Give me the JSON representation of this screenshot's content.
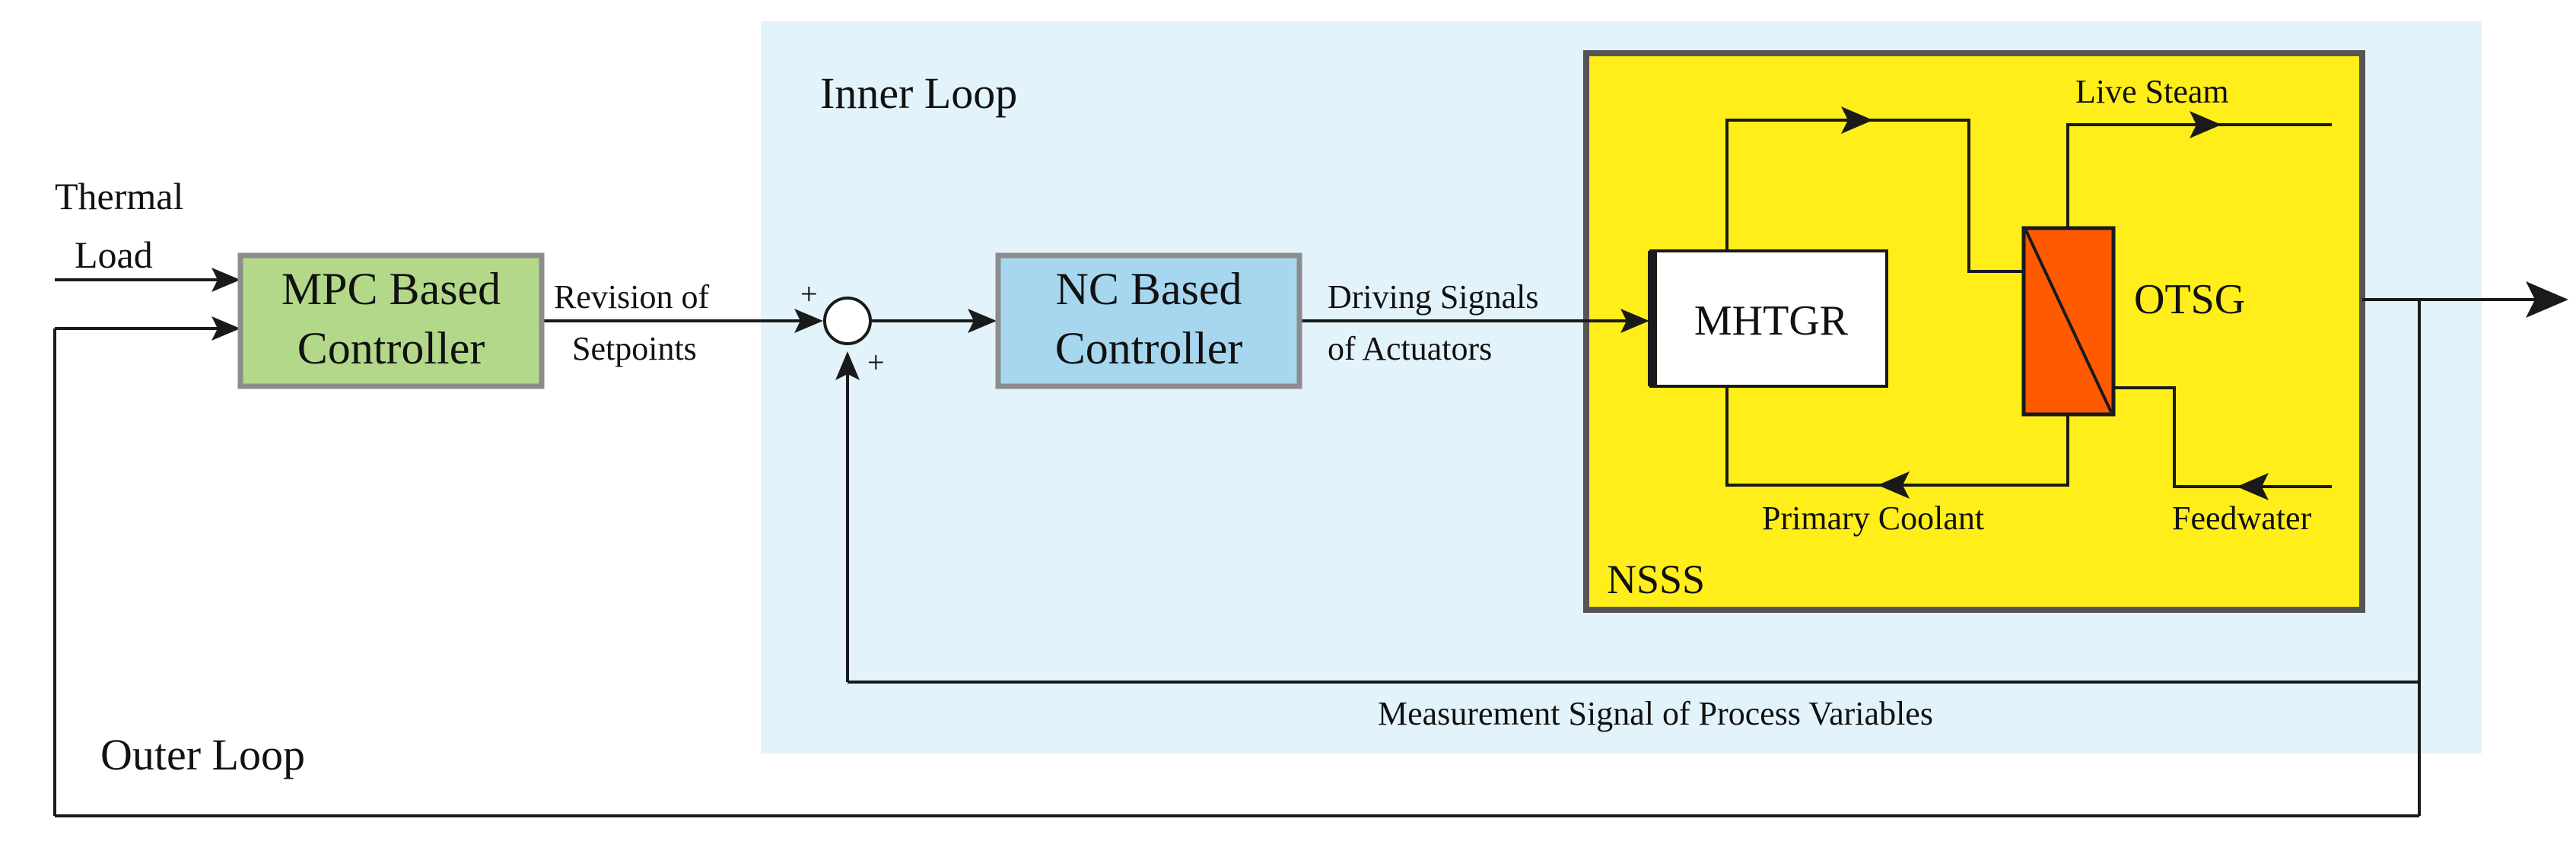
{
  "labels": {
    "thermal": "Thermal",
    "load": "Load",
    "mpc_line1": "MPC Based",
    "mpc_line2": "Controller",
    "revision_line1": "Revision of",
    "revision_line2": "Setpoints",
    "sum_plus_top": "+",
    "sum_plus_bottom": "+",
    "nc_line1": "NC Based",
    "nc_line2": "Controller",
    "driving_line1": "Driving Signals",
    "driving_line2": "of Actuators",
    "mhtgr": "MHTGR",
    "otsg": "OTSG",
    "live_steam": "Live Steam",
    "primary_coolant": "Primary Coolant",
    "feedwater": "Feedwater",
    "nsss": "NSSS",
    "inner_loop": "Inner Loop",
    "outer_loop": "Outer Loop",
    "measurement": "Measurement Signal of Process Variables"
  },
  "colors": {
    "inner_loop_bg": "#e3f3fb",
    "mpc_fill": "#b4d88a",
    "nc_fill": "#a6d7ef",
    "nsss_fill": "#ffee1a",
    "otsg_fill": "#ff5a00",
    "block_border": "#8c8c8c",
    "nsss_border": "#555555"
  }
}
